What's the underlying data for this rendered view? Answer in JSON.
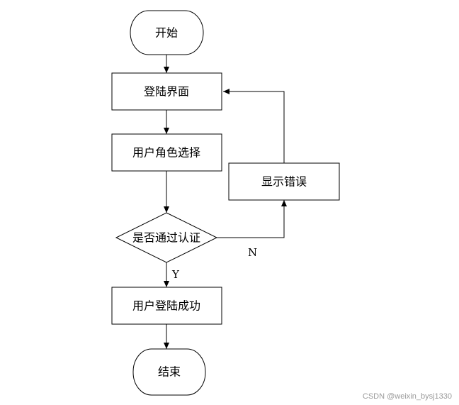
{
  "flowchart": {
    "nodes": {
      "start": "开始",
      "login_page": "登陆界面",
      "role_select": "用户角色选择",
      "auth_decision": "是否通过认证",
      "show_error": "显示错误",
      "login_success": "用户登陆成功",
      "end": "结束"
    },
    "edge_labels": {
      "no": "N",
      "yes": "Y"
    }
  },
  "watermark": "CSDN @weixin_bysj1330",
  "colors": {
    "stroke": "#000000",
    "background": "#ffffff",
    "watermark": "#9a9a9a"
  }
}
